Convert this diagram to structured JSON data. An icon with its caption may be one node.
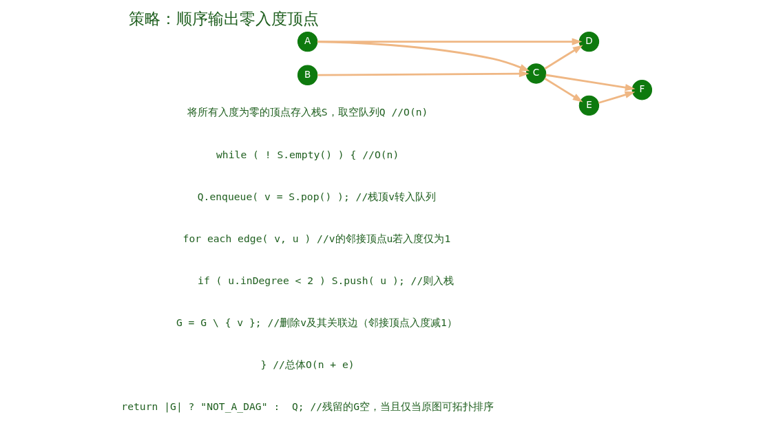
{
  "diagram": {
    "title": "策略：顺序输出零入度顶点",
    "nodes": [
      {
        "text": [
          "A"
        ]
      },
      {
        "text": [
          "B"
        ]
      },
      {
        "text": [
          "C"
        ]
      },
      {
        "text": [
          "D"
        ]
      },
      {
        "text": [
          "F"
        ]
      },
      {
        "text": [
          "E"
        ]
      }
    ],
    "edges": [
      {
        "from": 0,
        "to": 2,
        "arrow": "to"
      },
      {
        "from": 0,
        "to": 3,
        "arrow": "to"
      },
      {
        "from": 1,
        "to": 2,
        "arrow": "to"
      },
      {
        "from": 2,
        "to": 3,
        "arrow": "to"
      },
      {
        "from": 2,
        "to": 4,
        "arrow": "to"
      },
      {
        "from": 2,
        "to": 5,
        "arrow": "to"
      },
      {
        "from": 5,
        "to": 4,
        "arrow": "to"
      }
    ],
    "labels": [
      "将所有入度为零的顶点存入栈S，取空队列Q //O(n)",
      "while ( ! S.empty() ) { //O(n)",
      "   Q.enqueue( v = S.pop() ); //栈顶v转入队列",
      "   for each edge( v, u ) //v的邻接顶点u若入度仅为1",
      "      if ( u.inDegree < 2 ) S.push( u ); //则入栈",
      "   G = G \\ { v }; //删除v及其关联边（邻接顶点入度减1）",
      "} //总体O(n + e)",
      "return |G| ? \"NOT_A_DAG\" :  Q; //残留的G空，当且仅当原图可拓扑排序"
    ]
  }
}
